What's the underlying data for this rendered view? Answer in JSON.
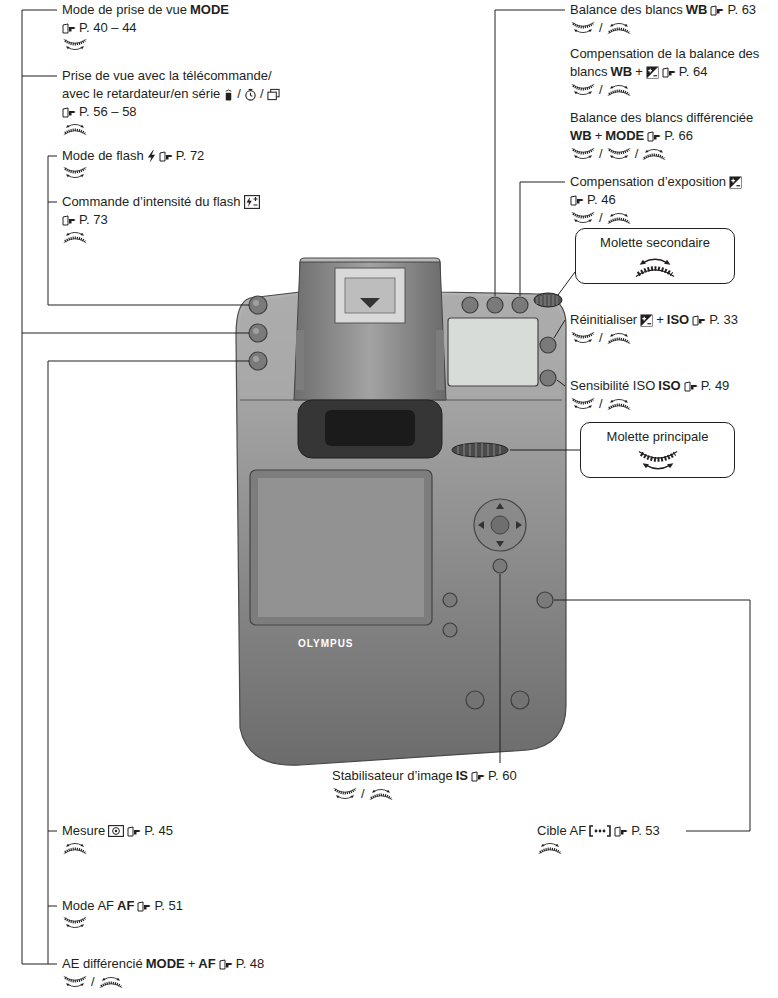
{
  "diagram": {
    "nodes": [
      {
        "text": [
          "Molette secondaire"
        ]
      },
      {
        "text": [
          "Molette principale"
        ]
      }
    ],
    "labels": [
      "Mode de prise de vue",
      "MODE",
      "P. 40 – 44",
      "Prise de vue avec la télécommande/",
      "avec le retardateur/en série",
      "/",
      "/",
      "P. 56 – 58",
      "Mode de flash",
      "P. 72",
      "Commande d’intensité du flash",
      "P. 73",
      "Mesure",
      "P. 45",
      "Mode AF",
      "AF",
      "P. 51",
      "AE différencié",
      "MODE",
      "+",
      "AF",
      "P. 48",
      "/",
      "Balance des blancs",
      "WB",
      "P. 63",
      "/",
      "Compensation de la balance des",
      "blancs",
      "WB",
      "+",
      "P. 64",
      "/",
      "Balance des blancs différenciée",
      "WB",
      "+",
      "MODE",
      "P. 66",
      "/",
      "/",
      "Compensation d’exposition",
      "P. 46",
      "/",
      "Réinitialiser",
      "+",
      "ISO",
      "P. 33",
      "/",
      "Sensibilité ISO",
      "ISO",
      "P. 49",
      "/",
      "Stabilisateur d’image",
      "IS",
      "P. 60",
      "/",
      "Cible AF",
      "P. 53",
      "OLYMPUS"
    ]
  }
}
